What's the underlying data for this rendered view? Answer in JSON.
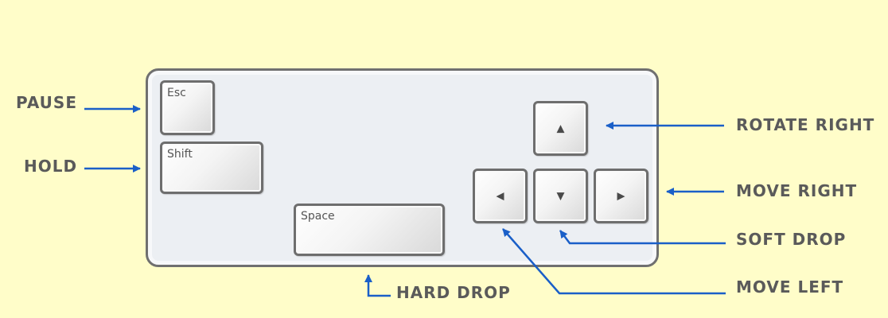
{
  "keys": {
    "esc": "Esc",
    "shift": "Shift",
    "space": "Space",
    "up": "▲",
    "down": "▼",
    "left": "◀",
    "right": "▶"
  },
  "callouts": {
    "pause": "PAUSE",
    "hold": "HOLD",
    "hard_drop": "HARD DROP",
    "rotate_right": "ROTATE RIGHT",
    "move_right": "MOVE RIGHT",
    "soft_drop": "SOFT DROP",
    "move_left": "MOVE LEFT"
  },
  "colors": {
    "background": "#fffdc9",
    "arrow": "#1a5fc8",
    "label_text": "#5a5a5a",
    "key_border": "#6e6e6e"
  }
}
